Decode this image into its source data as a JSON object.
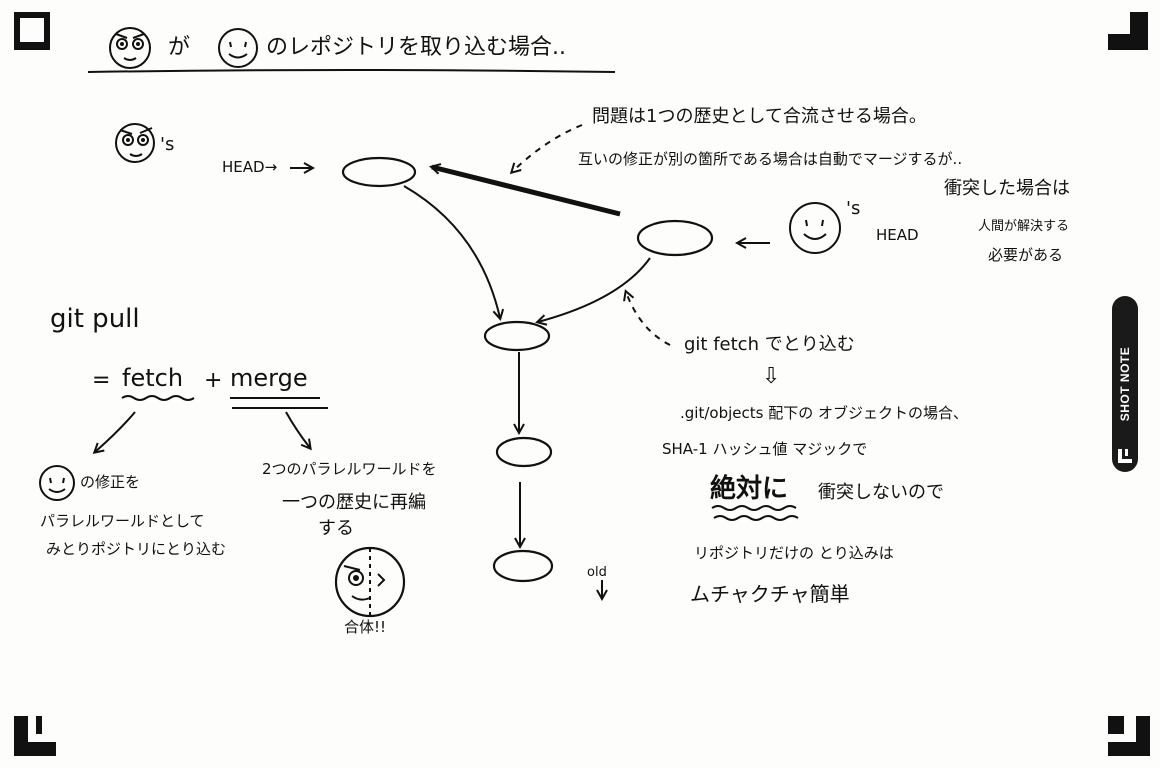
{
  "title": {
    "ga": "が",
    "rest": "のレポジトリを取り込む場合.."
  },
  "left_face_suffix": "'s",
  "head_left": "HEAD→",
  "head_right": "HEAD",
  "right_face_suffix": "'s",
  "annotation_top": {
    "line1": "問題は1つの歴史として合流させる場合。",
    "line2": "互いの修正が別の箇所である場合は自動でマージするが..",
    "line3": "衝突した場合は",
    "line4": "人間が解決する",
    "line5": "必要がある"
  },
  "git_pull": "git pull",
  "equation": {
    "eq": "=",
    "fetch": "fetch",
    "plus": "+",
    "merge": "merge"
  },
  "fetch_note": {
    "suffix": "の修正を",
    "line2": "パラレルワールドとして",
    "line3": "みとりポジトリにとり込む"
  },
  "merge_note": {
    "line1": "2つのパラレルワールドを",
    "line2": "一つの歴史に再編",
    "line3": "する"
  },
  "merged_face_label": "合体!!",
  "old_label": "old",
  "fetch_note_right": {
    "line1": "git fetch でとり込む",
    "arrow": "⇩",
    "line2": ".git/objects 配下の オブジェクトの場合、",
    "line3": "SHA-1 ハッシュ値 マジックで",
    "zettai": "絶対に",
    "line4_rest": "衝突しないので",
    "line5": "リポジトリだけの とり込みは",
    "line6": "ムチャクチャ簡単"
  },
  "side_tab": {
    "label": "SHOT NOTE"
  },
  "colors": {
    "ink": "#111111",
    "paper": "#fdfdfb",
    "tab": "#1a1a1a"
  }
}
